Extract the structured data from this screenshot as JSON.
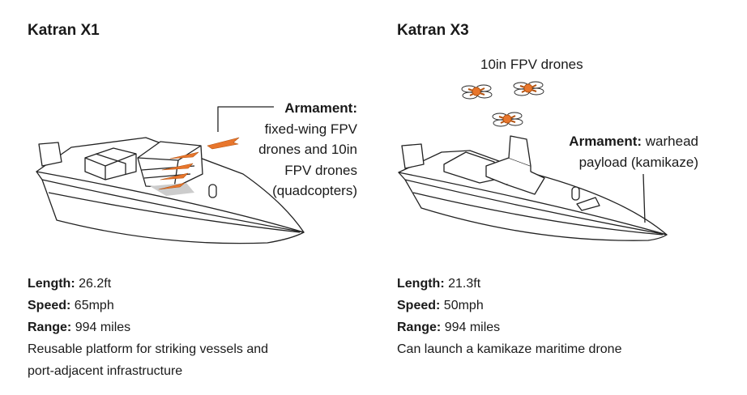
{
  "boats": [
    {
      "title": "Katran X1",
      "armament": {
        "label": "Armament:",
        "lines": [
          "fixed-wing FPV",
          "drones and 10in",
          "FPV drones",
          "(quadcopters)"
        ]
      },
      "specs": {
        "length_label": "Length:",
        "length": "26.2ft",
        "speed_label": "Speed:",
        "speed": "65mph",
        "range_label": "Range:",
        "range": "994 miles"
      },
      "description": [
        "Reusable platform for striking vessels and",
        "port-adjacent infrastructure"
      ]
    },
    {
      "title": "Katran X3",
      "drones_label": "10in FPV drones",
      "armament": {
        "label": "Armament:",
        "lines": [
          "warhead",
          "payload (kamikaze)"
        ]
      },
      "specs": {
        "length_label": "Length:",
        "length": "21.3ft",
        "speed_label": "Speed:",
        "speed": "50mph",
        "range_label": "Range:",
        "range": "994 miles"
      },
      "description": [
        "Can launch a kamikaze maritime drone"
      ]
    }
  ],
  "colors": {
    "accent": "#e8762c",
    "line": "#222222"
  }
}
